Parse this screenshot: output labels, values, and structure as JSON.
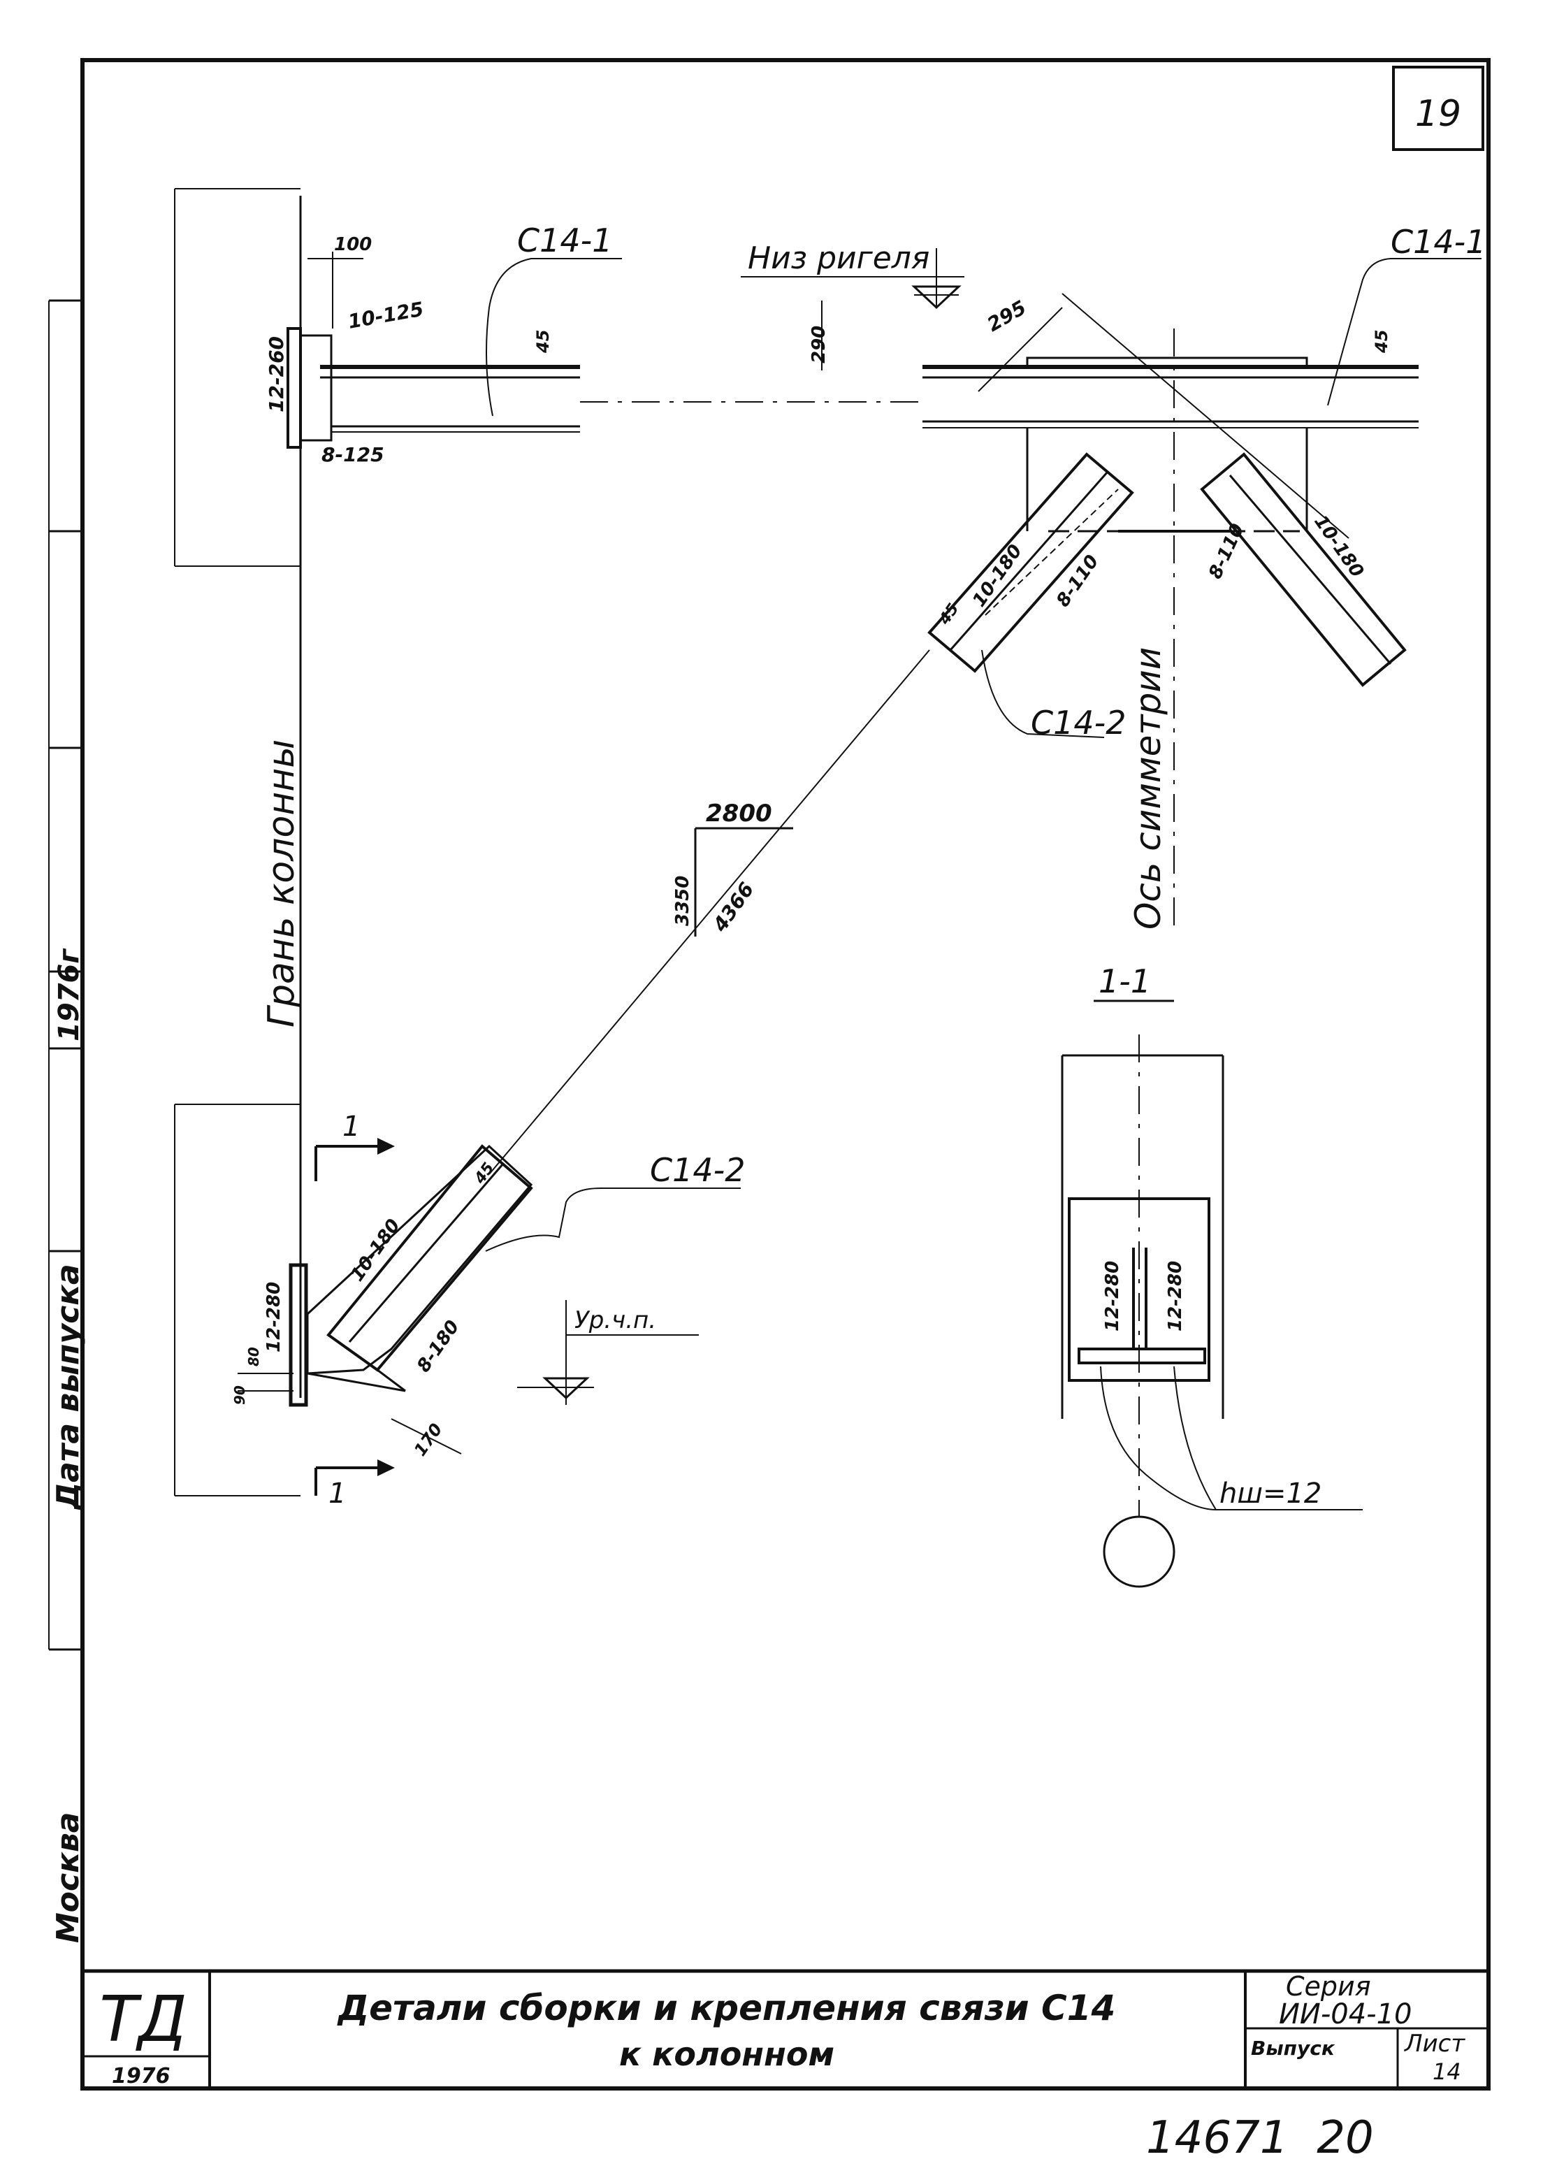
{
  "sheet_number": "19",
  "labels": {
    "c14_1_left": "С14-1",
    "c14_1_right": "С14-1",
    "c14_2_top": "С14-2",
    "c14_2_bottom": "С14-2",
    "niz_rigelya": "Низ ригеля",
    "gran_kolonny": "Грань колонны",
    "os_simmetrii": "Ось симметрии",
    "section": "1-1",
    "level_mark": "Ур.ч.п.",
    "section_mark_top": "1",
    "section_mark_bottom": "1",
    "weld_size": "hш=12"
  },
  "dimensions": {
    "d100": "100",
    "d10_125": "10-125",
    "d12_260": "12-260",
    "d8_125": "8-125",
    "d45_left": "45",
    "d290": "290",
    "d295": "295",
    "d45_right": "45",
    "d10_180_a": "10-180",
    "d8_110_a": "8-110",
    "d45_brace_top": "45",
    "d8_110_b": "8-110",
    "d10_180_b": "10-180",
    "d2800": "2800",
    "d3350": "3350",
    "d4366": "4366",
    "d45_brace_bottom": "45",
    "d10_180_c": "10-180",
    "d12_280_left": "12-280",
    "d8_180": "8-180",
    "d170": "170",
    "d80": "80",
    "d90": "90",
    "d12_280_s1": "12-280",
    "d12_280_s2": "12-280"
  },
  "margin": {
    "city": "Москва",
    "archive": "Дата выпуска",
    "year_stamp": "1976г"
  },
  "title_block": {
    "org_logo": "ТД",
    "year": "1976",
    "title_line1": "Детали сборки и крепления связи  С14",
    "title_line2": "к колонном",
    "series_label": "Серия",
    "series_value": "ИИ-04-10",
    "issue_label": "Выпуск",
    "sheet_label": "Лист",
    "sheet_value": "14"
  },
  "footer_number": "14671  20"
}
